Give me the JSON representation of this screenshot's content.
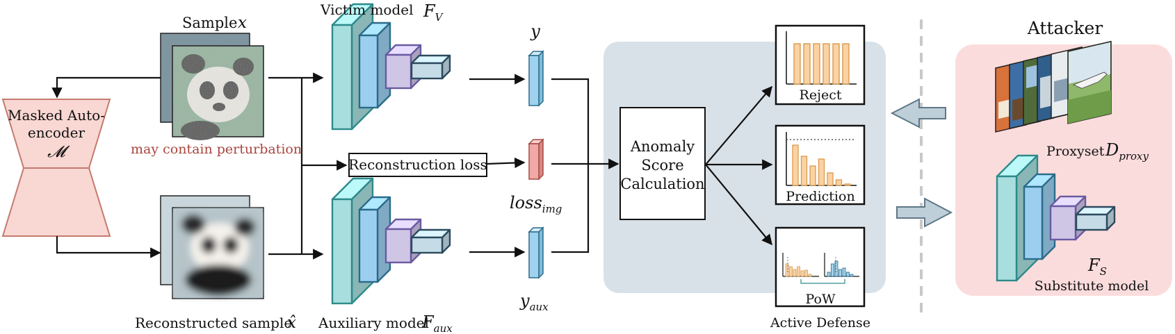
{
  "sample_label": "Sample",
  "sample_symbol": "x",
  "perturbation_note": "may contain perturbation",
  "mae": {
    "line1": "Masked Auto-",
    "line2": "encoder",
    "symbol": "𝓜"
  },
  "reconstructed_label": "Reconstructed sample",
  "reconstructed_symbol": "x̂",
  "victim_label": "Victim model",
  "victim_symbol": "F",
  "victim_sub": "V",
  "aux_label": "Auxiliary model",
  "aux_symbol": "F",
  "aux_sub": "aux",
  "recon_loss_label": "Reconstruction loss",
  "y_label": "y",
  "loss_label": "loss",
  "loss_sub": "img",
  "yaux_label": "y",
  "yaux_sub": "aux",
  "anomaly": {
    "line1": "Anomaly",
    "line2": "Score",
    "line3": "Calculation"
  },
  "outputs": {
    "reject": "Reject",
    "prediction": "Prediction",
    "pow": "PoW"
  },
  "active_defense_label": "Active Defense",
  "attacker": {
    "title": "Attacker",
    "proxyset_label": "Proxyset",
    "proxyset_symbol": "D",
    "proxyset_sub": "proxy",
    "substitute_symbol": "F",
    "substitute_sub": "S",
    "substitute_label": "Substitute model"
  },
  "colors": {
    "cnn_front": "#a8dede",
    "cnn_mid": "#9ccfef",
    "cnn_small": "#cfc6e6",
    "cnn_small_stroke": "#6a5aa0",
    "cnn_fc": "#c5dbe6",
    "cnn_stroke": "#2e8a8a",
    "vector_blue": "#9fd2ee",
    "vector_red": "#f2a9a6",
    "mae_fill": "#f9d7d2",
    "mae_stroke": "#c47a70",
    "defense_panel": "#d9e1e8",
    "attacker_panel": "#fbdcdc",
    "bar_orange": "#fbd2a3",
    "bar_stroke": "#d99a4e",
    "perturbation_text": "#a8453d"
  }
}
